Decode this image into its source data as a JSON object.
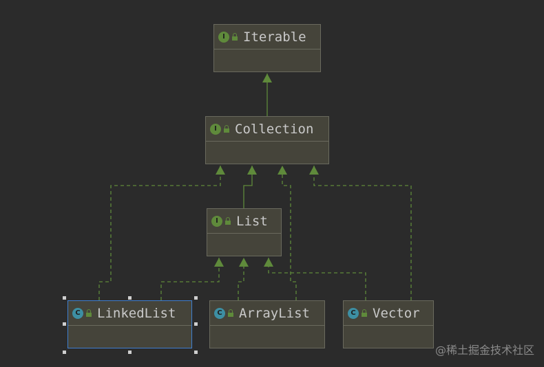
{
  "nodes": {
    "iterable": {
      "name": "Iterable",
      "kind": "I"
    },
    "collection": {
      "name": "Collection",
      "kind": "I"
    },
    "list": {
      "name": "List",
      "kind": "I"
    },
    "linkedlist": {
      "name": "LinkedList",
      "kind": "C"
    },
    "arraylist": {
      "name": "ArrayList",
      "kind": "C"
    },
    "vector": {
      "name": "Vector",
      "kind": "C"
    }
  },
  "edges": [
    {
      "from": "collection",
      "to": "iterable",
      "style": "solid"
    },
    {
      "from": "list",
      "to": "collection",
      "style": "solid"
    },
    {
      "from": "linkedlist",
      "to": "collection",
      "style": "dashed"
    },
    {
      "from": "linkedlist",
      "to": "list",
      "style": "dashed"
    },
    {
      "from": "arraylist",
      "to": "list",
      "style": "dashed"
    },
    {
      "from": "arraylist",
      "to": "collection",
      "style": "dashed"
    },
    {
      "from": "vector",
      "to": "list",
      "style": "dashed"
    },
    {
      "from": "vector",
      "to": "collection",
      "style": "dashed"
    }
  ],
  "selected_node": "linkedlist",
  "colors": {
    "arrow": "#5f8a3b",
    "interface_badge": "#5f8a3b",
    "class_badge": "#3d8fa3",
    "selection": "#3f7fd0"
  },
  "watermark": "@稀土掘金技术社区"
}
